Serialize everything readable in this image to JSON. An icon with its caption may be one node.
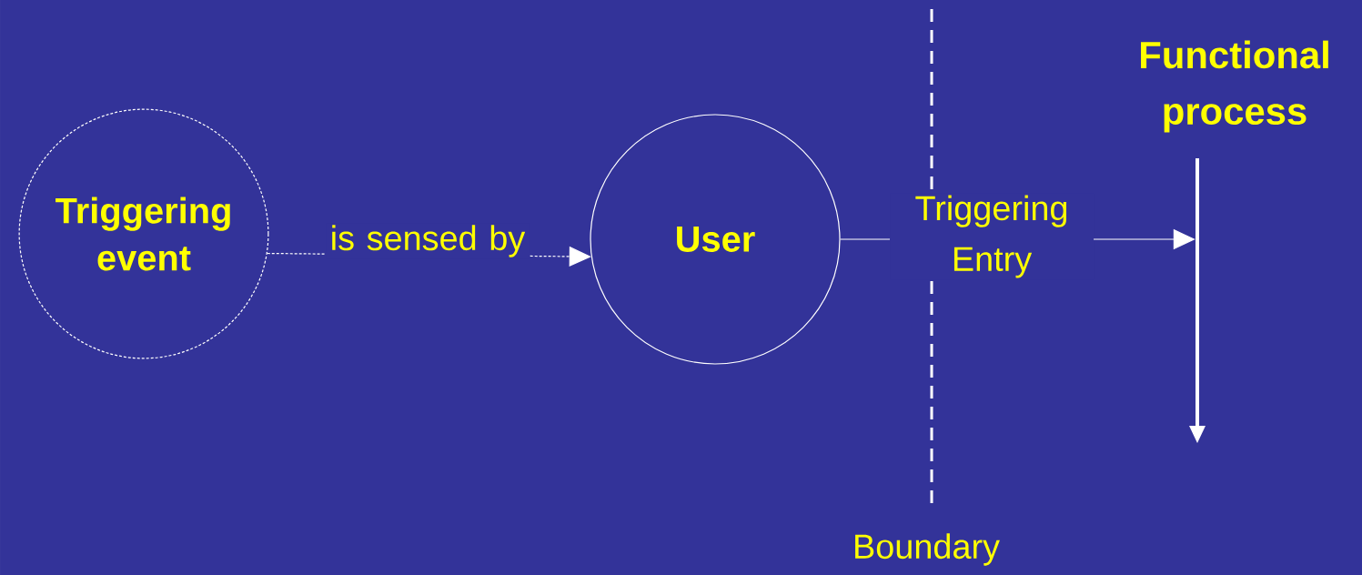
{
  "diagram": {
    "nodes": [
      {
        "text": [
          "Triggering event"
        ]
      },
      {
        "text": [
          "User"
        ]
      },
      {
        "text": [
          "Functional process"
        ]
      },
      {
        "text": [],
        "shape": "bar"
      }
    ],
    "edges": [
      {
        "from": 0,
        "to": 1,
        "arrow": "to",
        "label": "is sensed by",
        "style": "dashed"
      },
      {
        "from": 1,
        "to": 3,
        "arrow": "to",
        "label": "Triggering Entry"
      }
    ],
    "labels": [
      "Boundary"
    ]
  }
}
